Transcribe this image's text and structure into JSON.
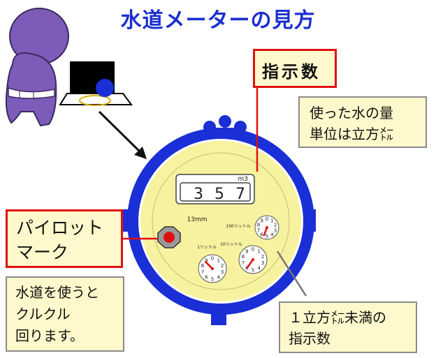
{
  "title": "水道メーターの見方",
  "label_indicator": "指示数",
  "note_usage": [
    "使った水の量",
    "単位は立方㍍"
  ],
  "label_pilot": [
    "パイロット",
    "マーク"
  ],
  "note_pilot": [
    "水道を使うと",
    "クルクル",
    "回ります。"
  ],
  "note_subunit": [
    "１立方㍍未満の",
    "指示数"
  ],
  "meter": {
    "reading": [
      "3",
      "5",
      "7"
    ],
    "unit": "m3",
    "size": "13mm",
    "dial_100": "100リットル",
    "dial_10": "10リットル",
    "dial_1": "1リットル",
    "dial_numbers": [
      "0",
      "1",
      "2",
      "3",
      "4",
      "5",
      "6",
      "7",
      "8",
      "9"
    ]
  },
  "colors": {
    "title": "#1b2fd0",
    "meter_ring": "#1a2fd6",
    "meter_face": "#f6f2a0",
    "label_border": "#e01010",
    "box_fill": "#fff8cc",
    "pointer": "#e01010"
  }
}
